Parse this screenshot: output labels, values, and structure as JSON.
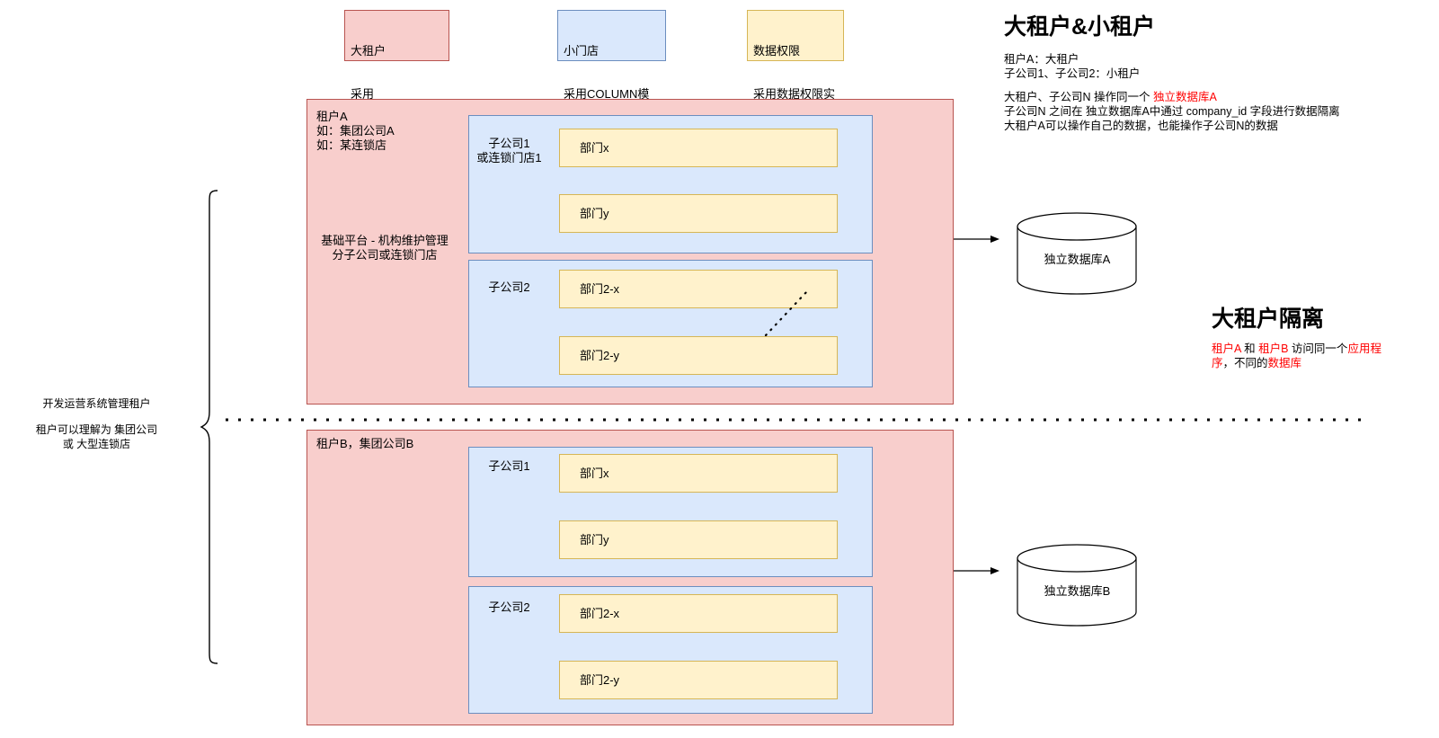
{
  "legend": {
    "notes": [
      {
        "name": "big-tenant-note",
        "title": "大租户",
        "detail": "采用DATASOURCE模式实现",
        "style": "pink"
      },
      {
        "name": "small-store-note",
        "title": "小门店",
        "detail": "采用COLUMN模式实现",
        "style": "blue"
      },
      {
        "name": "data-perm-note",
        "title": "数据权限",
        "detail": "采用数据权限实现",
        "style": "amber"
      }
    ]
  },
  "left_annotation": {
    "line1": "开发运营系统管理租户",
    "line2": "租户可以理解为 集团公司",
    "line3": "或 大型连锁店"
  },
  "tenants": [
    {
      "id": "tenant-a",
      "label_lines": "租户A\n如：集团公司A\n如：某连锁店",
      "center_label": "基础平台 - 机构维护管理\n分子公司或连锁门店",
      "subsidiaries": [
        {
          "id": "subsidiary-a-1",
          "label": "子公司1\n或连锁门店1",
          "departments": [
            {
              "id": "dept-a1-x",
              "label": "部门x"
            },
            {
              "id": "dept-a1-y",
              "label": "部门y"
            }
          ]
        },
        {
          "id": "subsidiary-a-2",
          "label": "子公司2",
          "departments": [
            {
              "id": "dept-a2-x",
              "label": "部门2-x"
            },
            {
              "id": "dept-a2-y",
              "label": "部门2-y"
            }
          ]
        }
      ],
      "database": {
        "id": "database-a",
        "label": "独立数据库A"
      }
    },
    {
      "id": "tenant-b",
      "label_lines": "租户B，集团公司B",
      "center_label": "",
      "subsidiaries": [
        {
          "id": "subsidiary-b-1",
          "label": "子公司1",
          "departments": [
            {
              "id": "dept-b1-x",
              "label": "部门x"
            },
            {
              "id": "dept-b1-y",
              "label": "部门y"
            }
          ]
        },
        {
          "id": "subsidiary-b-2",
          "label": "子公司2",
          "departments": [
            {
              "id": "dept-b2-x",
              "label": "部门2-x"
            },
            {
              "id": "dept-b2-y",
              "label": "部门2-y"
            }
          ]
        }
      ],
      "database": {
        "id": "database-b",
        "label": "独立数据库B"
      }
    }
  ],
  "panel_top": {
    "heading": "大租户&小租户",
    "line1": "租户A：大租户",
    "line2": "子公司1、子公司2：小租户",
    "line3_a": "大租户、子公司N 操作同一个 ",
    "line3_red": "独立数据库A",
    "line4": "子公司N 之间在 独立数据库A中通过 company_id 字段进行数据隔离",
    "line5": "大租户A可以操作自己的数据，也能操作子公司N的数据"
  },
  "panel_bottom": {
    "heading": "大租户隔离",
    "seg1_red": "租户A",
    "seg2": " 和 ",
    "seg3_red": "租户B",
    "seg4": " 访问同一个",
    "seg5_red": "应用程序",
    "seg6": "，不同的",
    "seg7_red": "数据库"
  },
  "colors": {
    "pink_fill": "#f8cecc",
    "pink_stroke": "#b85450",
    "blue_fill": "#dae8fc",
    "blue_stroke": "#6c8ebf",
    "amber_fill": "#fff2cc",
    "amber_stroke": "#d6b656",
    "accent_red": "#ff0000",
    "line": "#000000"
  }
}
